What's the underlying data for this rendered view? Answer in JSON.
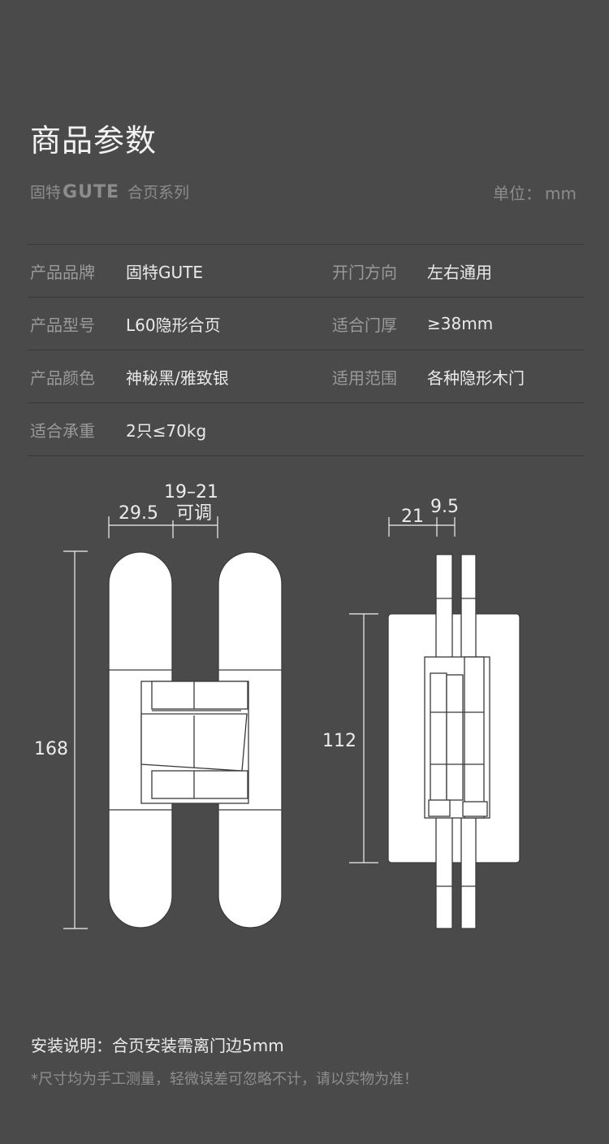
{
  "header": {
    "title": "商品参数",
    "brand_cn": "固特",
    "brand_logo": "GUTE",
    "series": "合页系列",
    "unit_label": "单位：",
    "unit_value": "mm"
  },
  "specs": [
    {
      "label": "产品品牌",
      "value": "固特GUTE",
      "label2": "开门方向",
      "value2": "左右通用"
    },
    {
      "label": "产品型号",
      "value": "L60隐形合页",
      "label2": "适合门厚",
      "value2": "≥38mm"
    },
    {
      "label": "产品颜色",
      "value": "神秘黑/雅致银",
      "label2": "适用范围",
      "value2": "各种隐形木门"
    },
    {
      "label": "适合承重",
      "value": "2只≤70kg",
      "label2": "",
      "value2": ""
    }
  ],
  "drawing": {
    "left_view": {
      "width_a": "29.5",
      "width_b": "19–21",
      "width_b_note": "可调",
      "height": "168"
    },
    "right_view": {
      "width_a": "21",
      "width_b": "9.5",
      "height": "112"
    }
  },
  "notes": {
    "install": "安装说明：合页安装需离门边5mm",
    "disclaimer": "*尺寸均为手工测量，轻微误差可忽略不计，请以实物为准！"
  },
  "colors": {
    "background": "#4a4a4a",
    "text": "#e6e6e6",
    "muted": "#8c8c8c",
    "line": "#383838"
  }
}
